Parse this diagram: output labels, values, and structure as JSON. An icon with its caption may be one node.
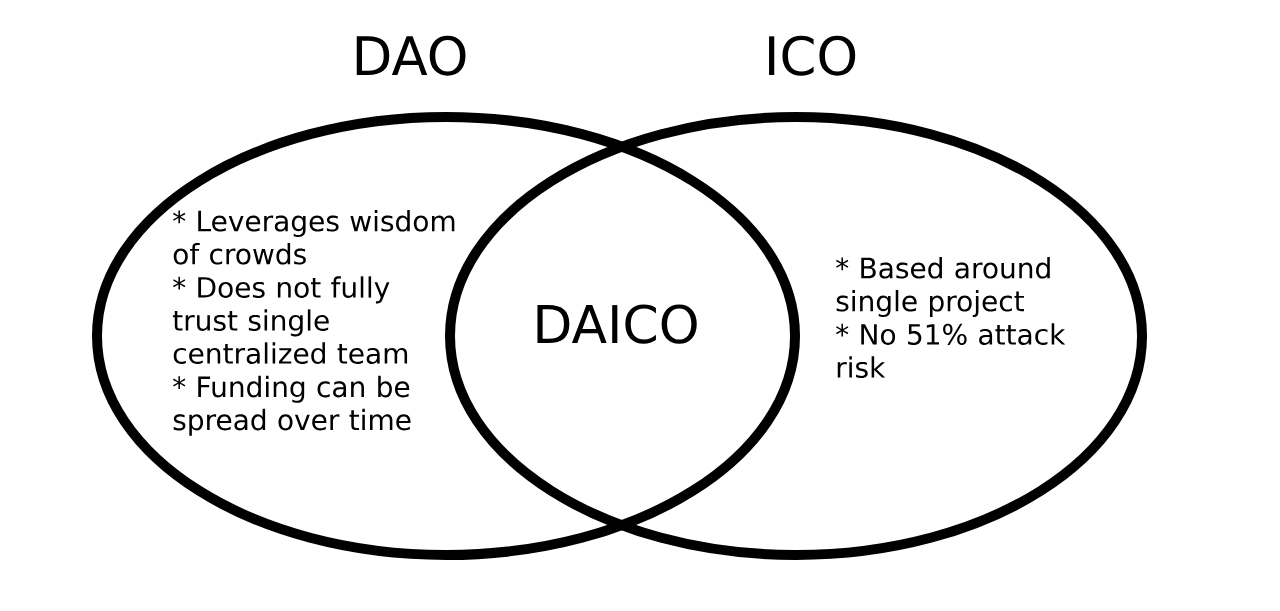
{
  "diagram": {
    "nodes": [
      {
        "text": [
          "DAO",
          "* Leverages wisdom of crowds",
          "* Does not fully trust single centralized team",
          "* Funding can be spread over time"
        ]
      },
      {
        "text": [
          "ICO",
          "* Based around single project",
          "* No 51% attack risk"
        ]
      }
    ],
    "labels": [
      "DAICO"
    ]
  }
}
